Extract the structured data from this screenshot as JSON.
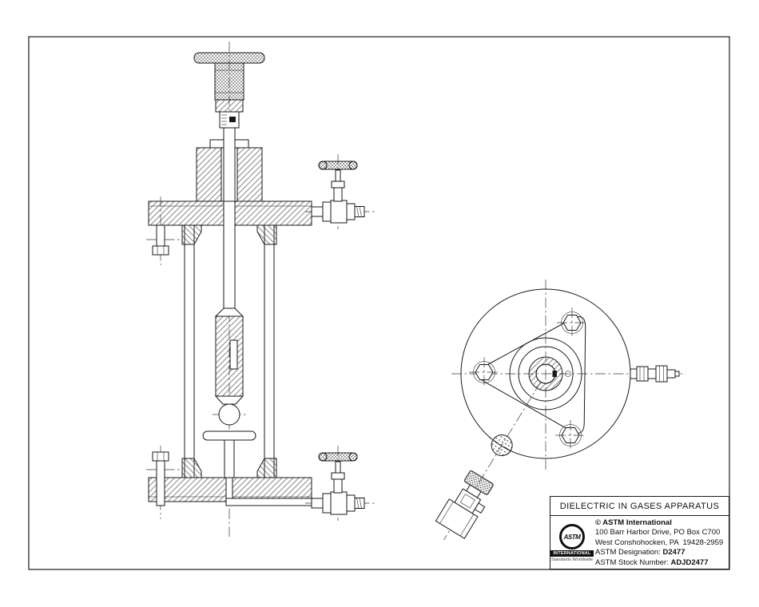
{
  "title_block": {
    "title": "DIELECTRIC IN GASES APPARATUS",
    "copyright": "© ASTM International",
    "address_line1": "100 Barr Harbor Drive, PO Box C700",
    "address_line2": "West Conshohocken, PA  19428-2959",
    "designation_label": "ASTM Designation: ",
    "designation_value": "D2477",
    "stock_label": "ASTM Stock Number: ",
    "stock_value": "ADJD2477",
    "logo": {
      "acronym": "ASTM",
      "banner": "INTERNATIONAL",
      "tagline": "Standards Worldwide"
    }
  },
  "drawing": {
    "line_color": "#1a1a1a",
    "background": "#ffffff",
    "views": [
      "side section view",
      "top view",
      "valve detail"
    ]
  }
}
